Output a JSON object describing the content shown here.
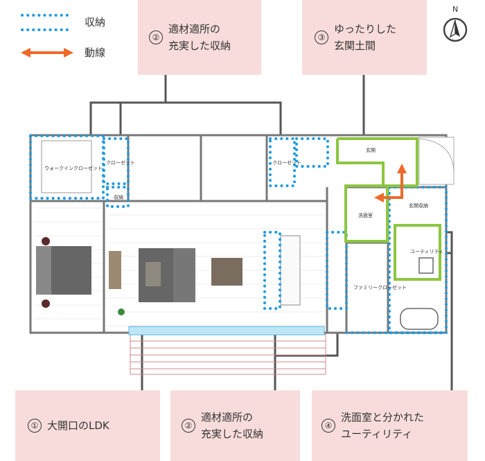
{
  "legend": {
    "storage_label": "収納",
    "flow_label": "動線"
  },
  "compass": {
    "letter": "N"
  },
  "callouts": {
    "c2_top": {
      "num": "②",
      "text": "適材適所の\n充実した収納"
    },
    "c3_top": {
      "num": "③",
      "text": "ゆったりした\n玄関土間"
    },
    "c1_bottom": {
      "num": "①",
      "text": "大開口のLDK"
    },
    "c2_bottom": {
      "num": "②",
      "text": "適材適所の\n充実した収納"
    },
    "c4_bottom": {
      "num": "④",
      "text": "洗面室と分かれた\nユーティリティ"
    }
  },
  "rooms": {
    "walkin": "ウォークインクローゼット",
    "closet_left": "クローゼット",
    "storage_small": "収納",
    "closet_right": "クローゼット",
    "entrance": "玄関",
    "washroom": "洗面室",
    "entrance_storage": "玄関収納",
    "utility": "ユーティリティ",
    "family_closet": "ファミリークローゼット"
  },
  "colors": {
    "callout_bg": "#f8dcdc",
    "storage_dots": "#1e9be0",
    "flow_arrow": "#ee6a2a",
    "highlight": "#8dc63f",
    "leader": "#555555"
  }
}
